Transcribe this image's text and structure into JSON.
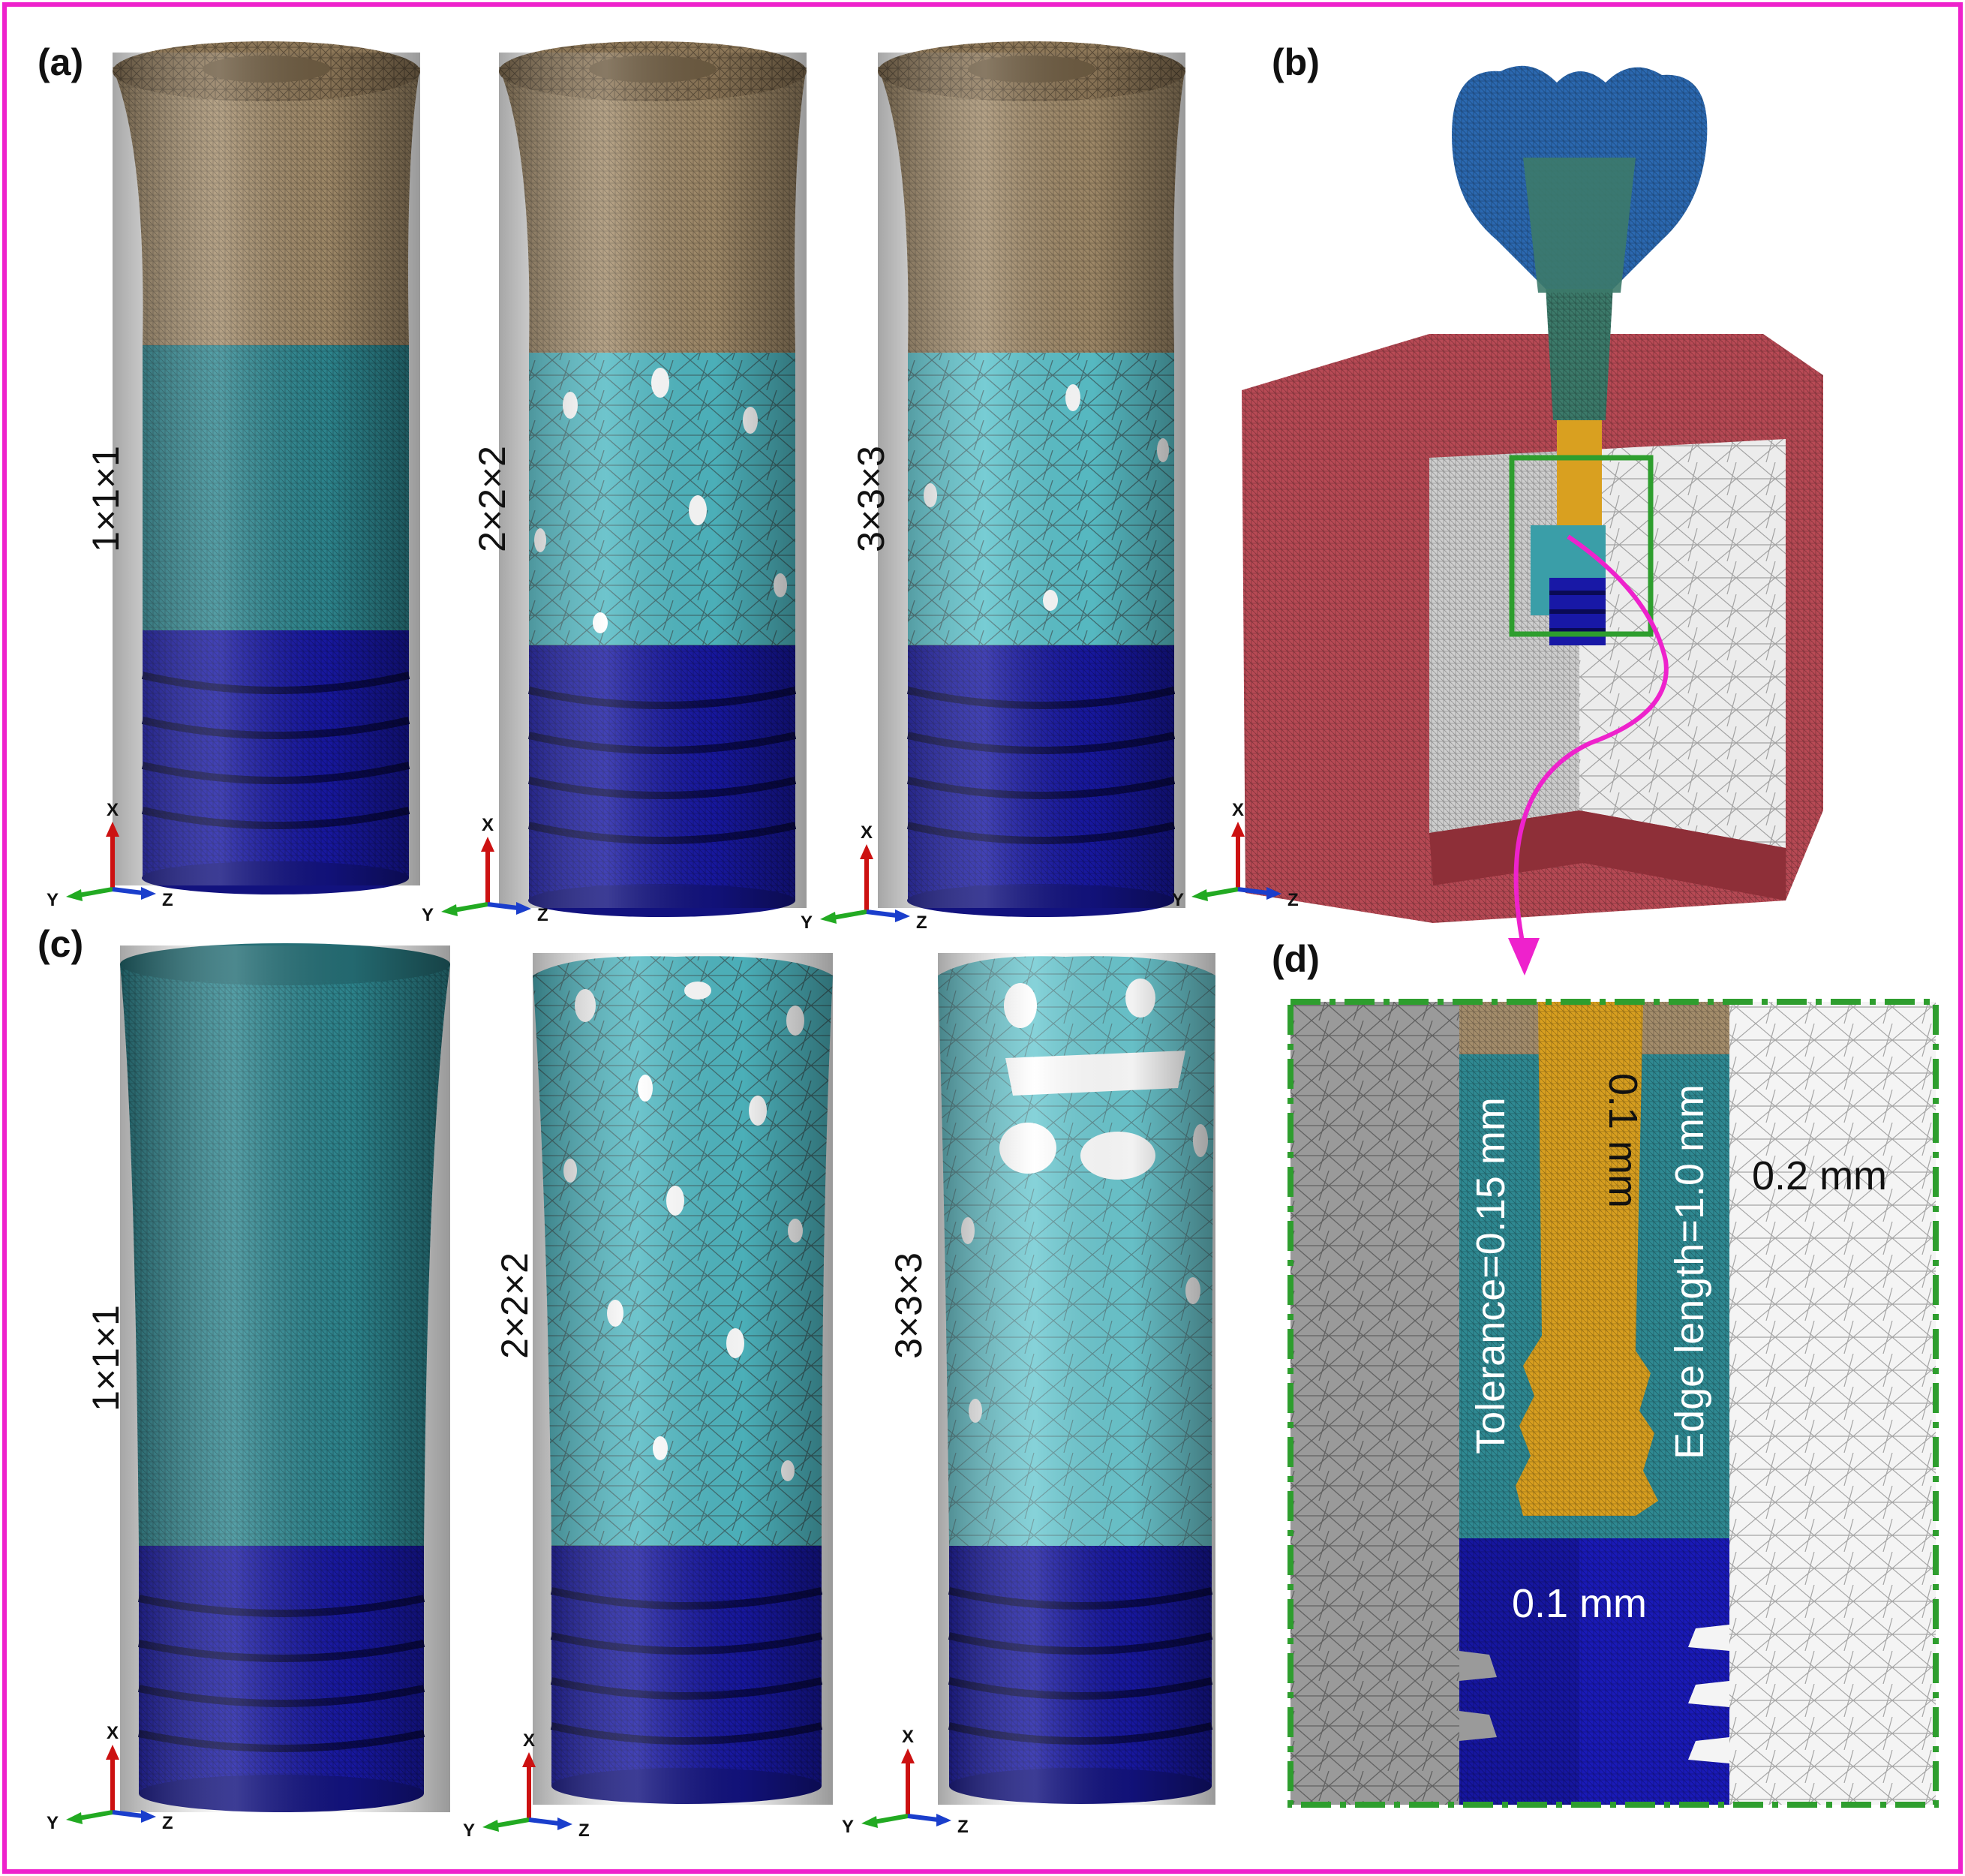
{
  "figure": {
    "colors": {
      "frame": "#ee22cc",
      "inset_frame": "#2e9e2e",
      "abutment": "#a58e6c",
      "lattice": "#3a9ea8",
      "lattice_light": "#79d3d8",
      "thread": "#1818a6",
      "crown": "#2b68b0",
      "core": "#3c7a6a",
      "bone_cortical": "#b84a55",
      "bone_trabecular": "#d9d9d9",
      "screw": "#d9a020"
    },
    "panels": {
      "a": {
        "label": "(a)",
        "items": [
          {
            "label": "1×1×1"
          },
          {
            "label": "2×2×2"
          },
          {
            "label": "3×3×3"
          }
        ]
      },
      "b": {
        "label": "(b)"
      },
      "c": {
        "label": "(c)",
        "items": [
          {
            "label": "1×1×1"
          },
          {
            "label": "2×2×2"
          },
          {
            "label": "3×3×3"
          }
        ]
      },
      "d": {
        "label": "(d)",
        "annotations": {
          "tolerance": "Tolerance=0.15 mm",
          "core_size": "0.1 mm",
          "edge_length": "Edge length=1.0 mm",
          "bone_size": "0.2 mm",
          "thread_size": "0.1 mm"
        }
      }
    },
    "axes": {
      "x": "X",
      "y": "Y",
      "z": "Z"
    }
  }
}
